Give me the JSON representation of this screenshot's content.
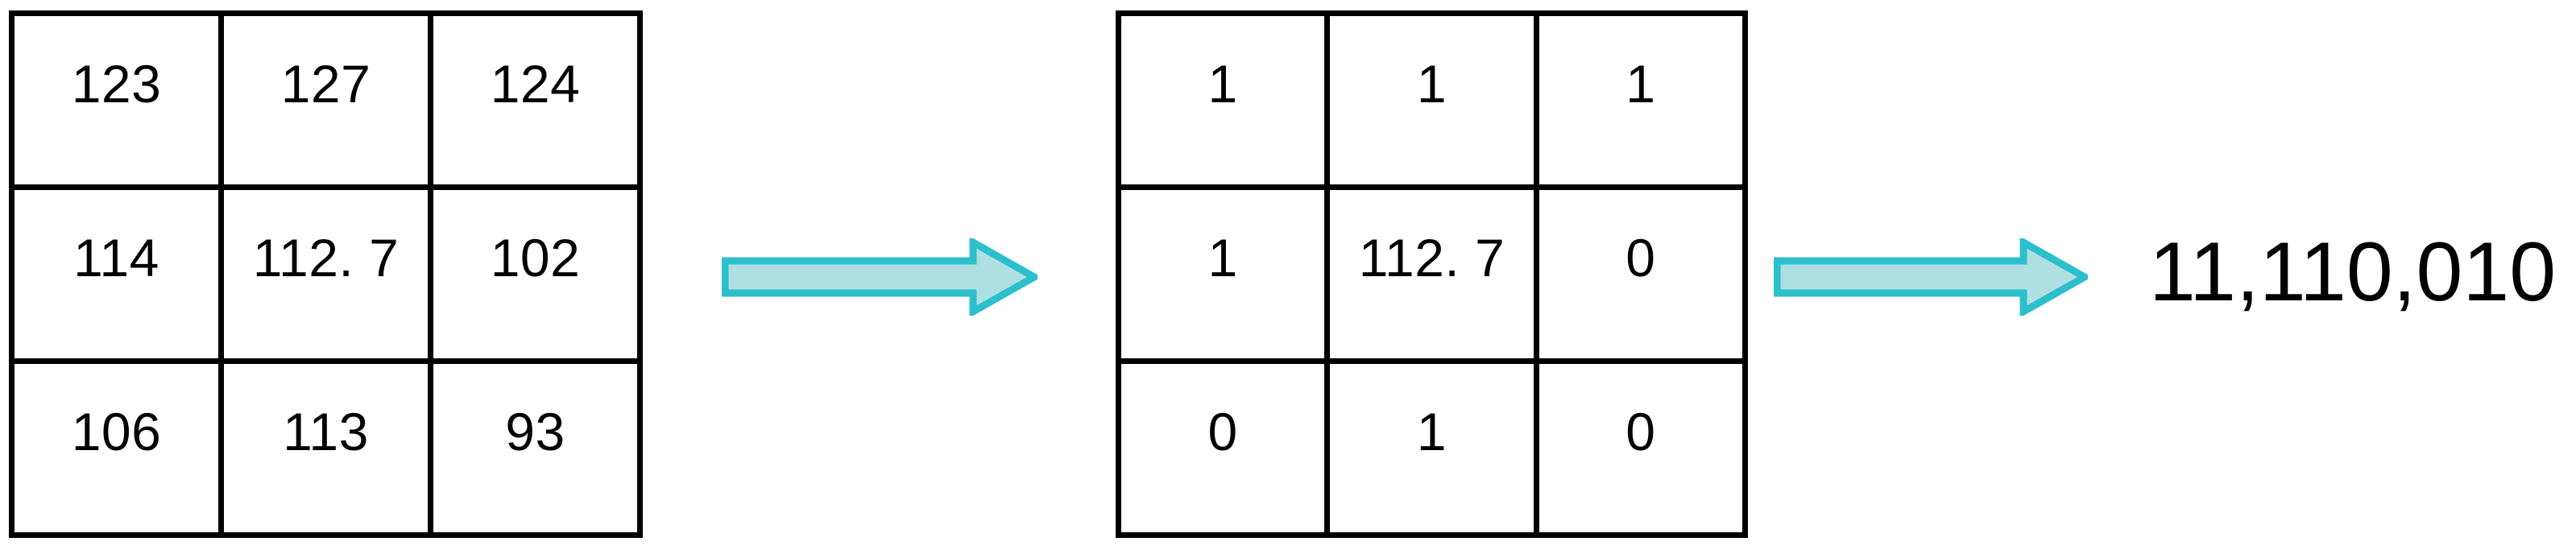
{
  "diagram": {
    "title": "local-binary-pattern-computation",
    "accent_color": "#2CBFCC",
    "accent_fill_color": "#AEE0E3",
    "line_color": "#000000",
    "background_color": "#FFFFFF"
  },
  "source_matrix": {
    "name": "pixel-intensity-matrix",
    "rows": [
      [
        "123",
        "127",
        "124"
      ],
      [
        "114",
        "112. 7",
        "102"
      ],
      [
        "106",
        "113",
        "93"
      ]
    ]
  },
  "binary_matrix": {
    "name": "thresholded-binary-matrix",
    "rows": [
      [
        "1",
        "1",
        "1"
      ],
      [
        "1",
        "112. 7",
        "0"
      ],
      [
        "0",
        "1",
        "0"
      ]
    ]
  },
  "arrows": [
    {
      "name": "arrow-threshold",
      "label": ""
    },
    {
      "name": "arrow-encode",
      "label": ""
    }
  ],
  "result": {
    "label": "11,110,010"
  },
  "chart_data": {
    "type": "table",
    "title": "Local binary pattern computation",
    "panels": [
      {
        "name": "source_matrix",
        "type": "table",
        "values": [
          [
            123,
            127,
            124
          ],
          [
            114,
            112.7,
            102
          ],
          [
            106,
            113,
            93
          ]
        ],
        "display": [
          [
            "123",
            "127",
            "124"
          ],
          [
            "114",
            "112. 7",
            "102"
          ],
          [
            "106",
            "113",
            "93"
          ]
        ]
      },
      {
        "name": "binary_matrix",
        "type": "table",
        "values": [
          [
            1,
            1,
            1
          ],
          [
            1,
            112.7,
            0
          ],
          [
            0,
            1,
            0
          ]
        ],
        "display": [
          [
            "1",
            "1",
            "1"
          ],
          [
            "1",
            "112. 7",
            "0"
          ],
          [
            "0",
            "1",
            "0"
          ]
        ]
      },
      {
        "name": "encoded_result",
        "type": "text",
        "display": "11,110,010"
      }
    ]
  }
}
